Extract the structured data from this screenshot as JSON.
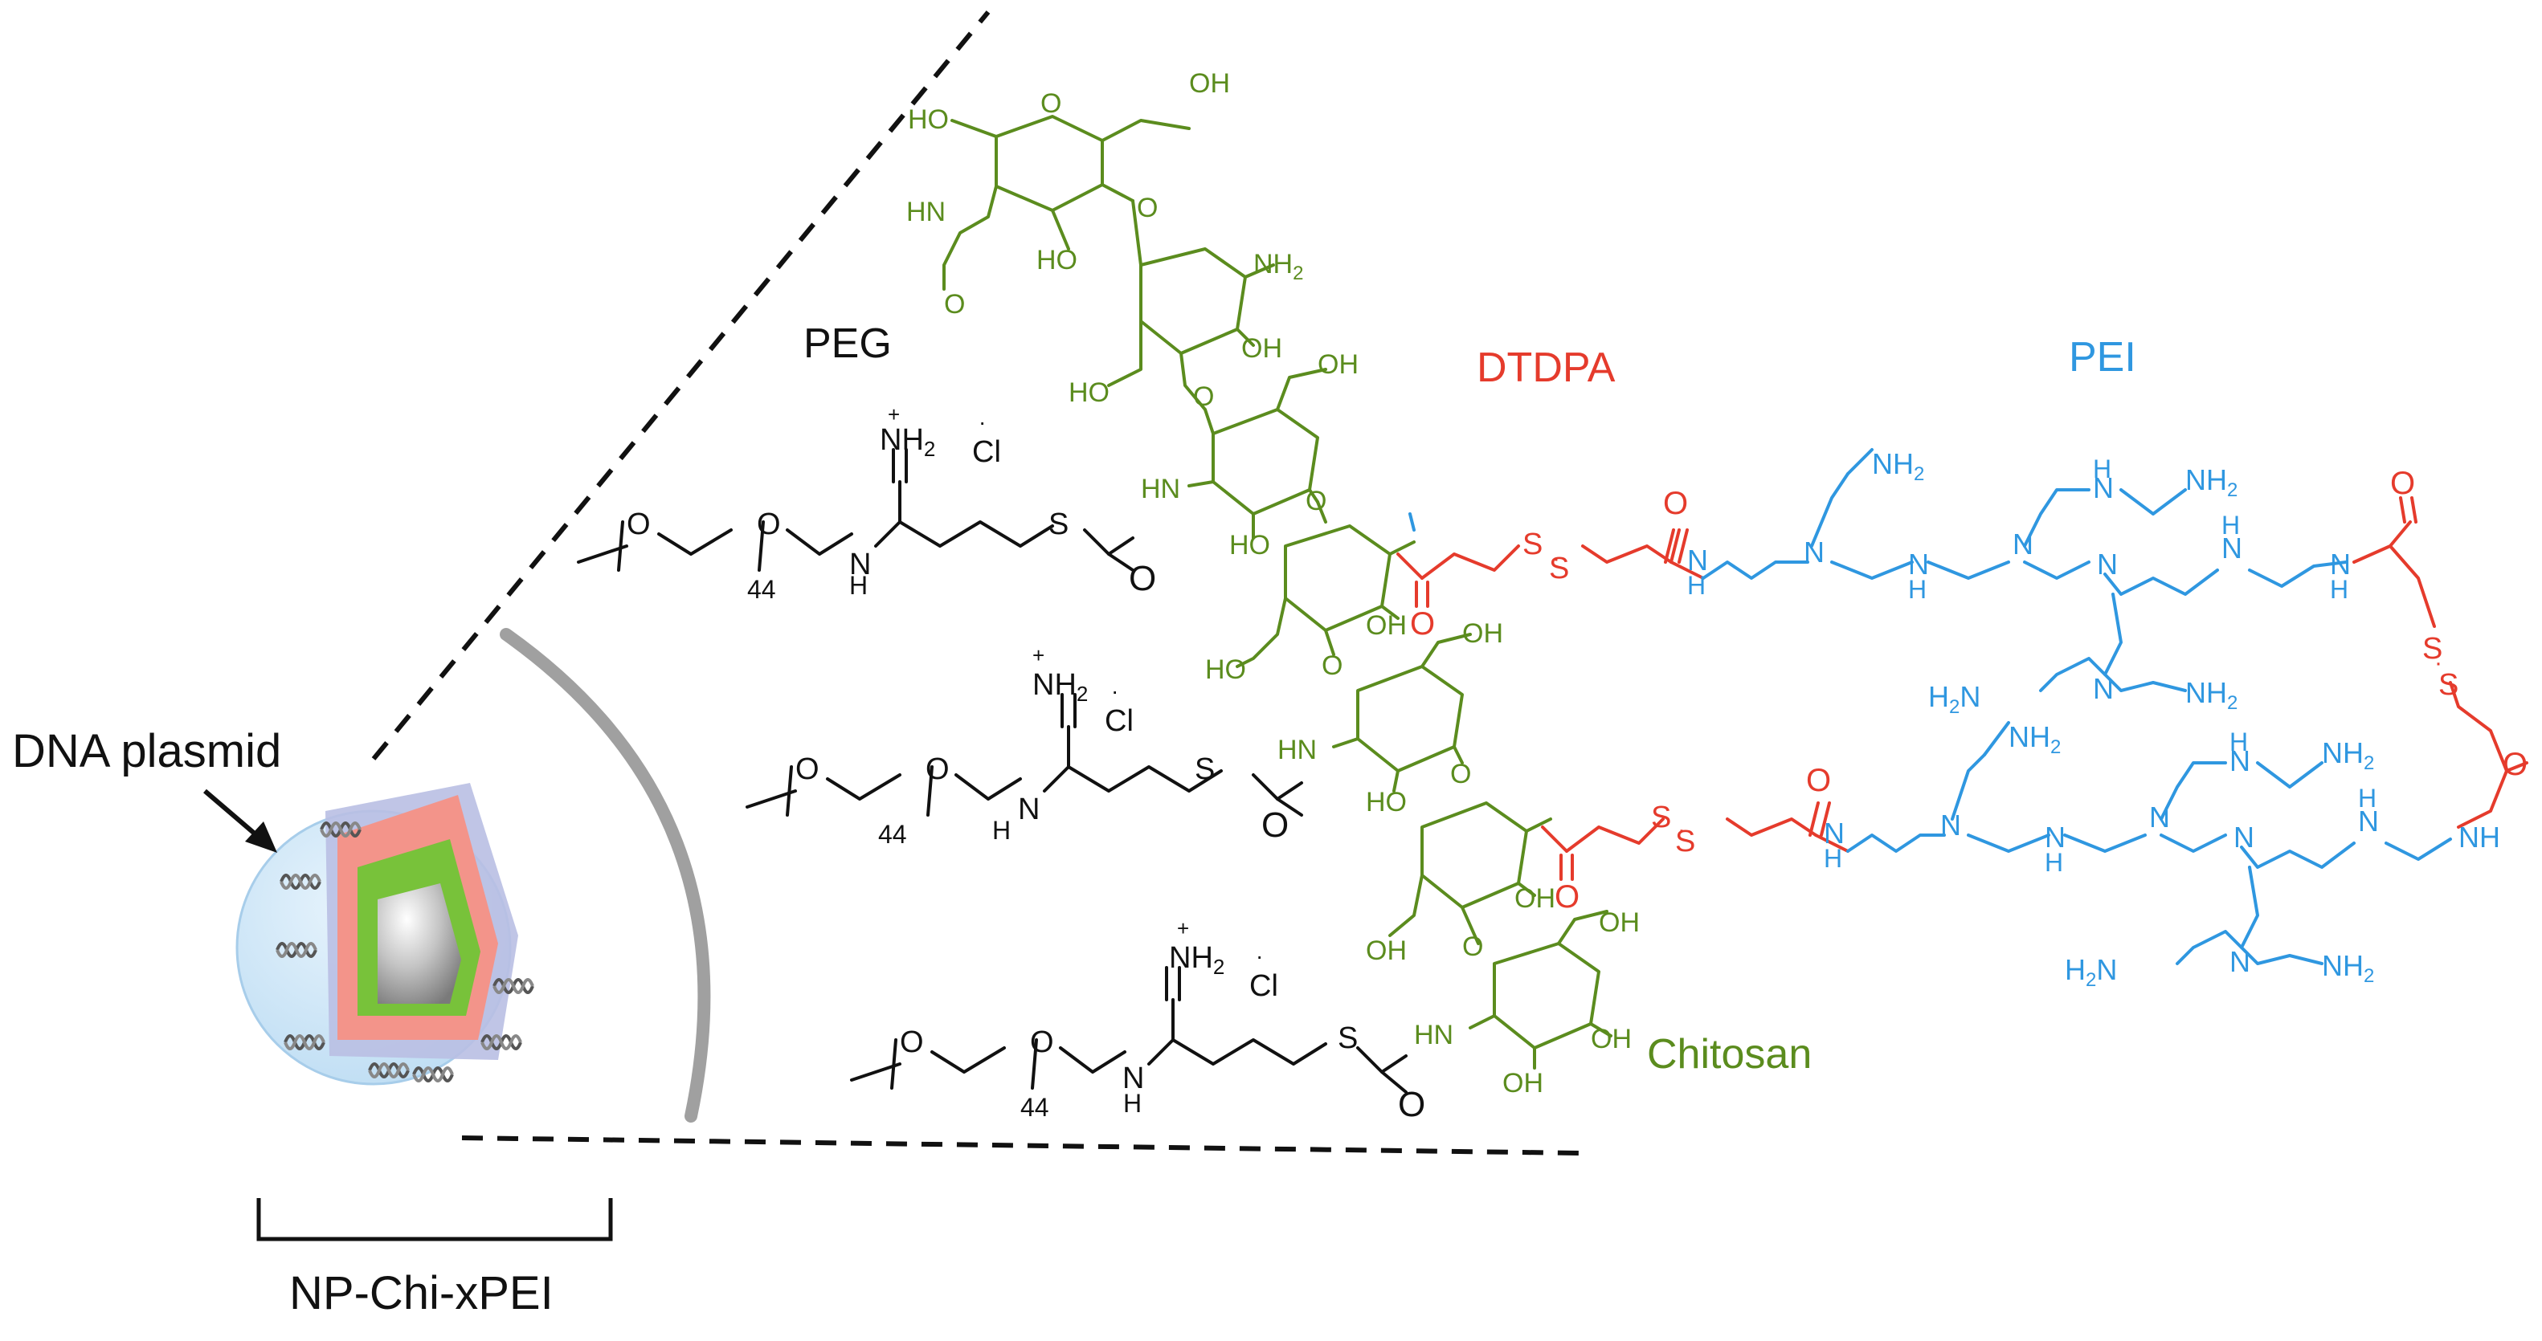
{
  "labels": {
    "peg": "PEG",
    "dtdpa": "DTDPA",
    "pei": "PEI",
    "chitosan": "Chitosan",
    "dna_plasmid": "DNA plasmid",
    "nanoparticle": "NP-Chi-xPEI"
  },
  "atoms": {
    "oh": "OH",
    "ho": "HO",
    "nh2": "NH",
    "h2n": "H",
    "n": "N",
    "h": "H",
    "o": "O",
    "s": "S",
    "cl": "Cl",
    "plus": "+",
    "dot": "·",
    "sub2": "2",
    "repeat": "44"
  },
  "colors": {
    "chitosan": "#5b8c1e",
    "dtdpa": "#e53b2c",
    "pei": "#2f97e0",
    "peg": "#111111",
    "shell_outer": "#cfe6f7",
    "shell_purple": "#b9bfe3",
    "shell_salmon": "#f3948a",
    "shell_green": "#78c23a",
    "core_gray": "#b3b3b3"
  }
}
